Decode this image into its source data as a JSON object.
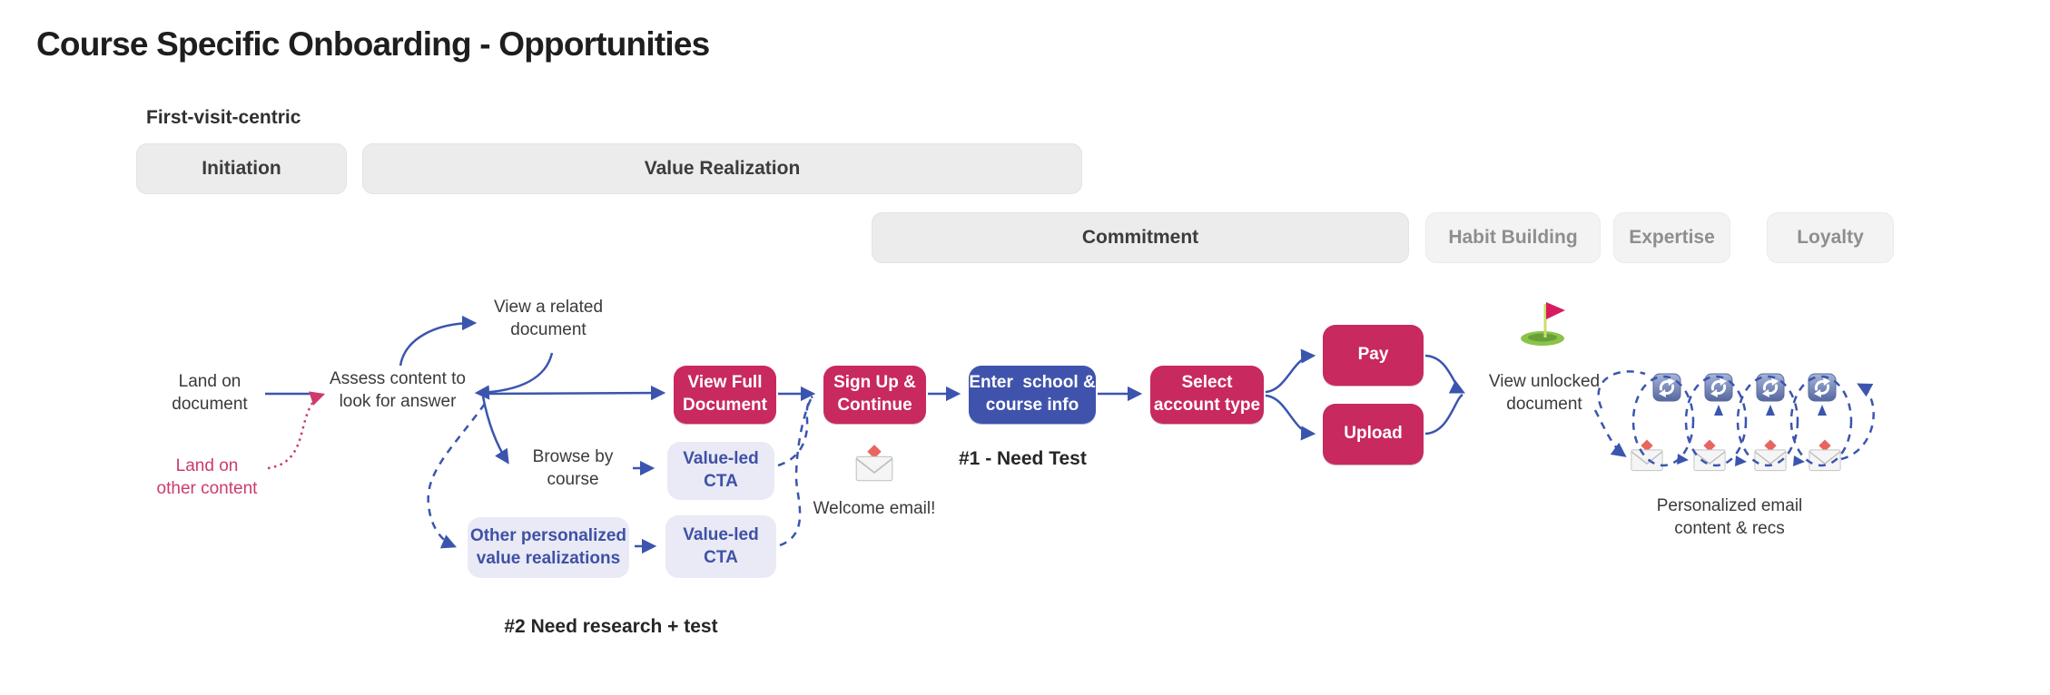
{
  "title": "Course Specific Onboarding - Opportunities",
  "phase_label": "First-visit-centric",
  "stages": [
    {
      "label": "Initiation",
      "style": "dark"
    },
    {
      "label": "Value Realization",
      "style": "dark"
    },
    {
      "label": "Commitment",
      "style": "dark"
    },
    {
      "label": "Habit Building",
      "style": "gray"
    },
    {
      "label": "Expertise",
      "style": "gray"
    },
    {
      "label": "Loyalty",
      "style": "gray"
    }
  ],
  "nodes": {
    "land_on_document": "Land on\ndocument",
    "land_on_other_content": "Land on\nother content",
    "assess_content": "Assess content to\nlook for answer",
    "view_related_document": "View a related\ndocument",
    "browse_by_course": "Browse by\ncourse",
    "view_unlocked_document": "View unlocked\ndocument",
    "personalized_email": "Personalized email\ncontent & recs",
    "welcome_email": "Welcome email!"
  },
  "buttons": {
    "view_full_document": "View Full\nDocument",
    "sign_up_continue": "Sign Up &\nContinue",
    "enter_school_course_info": "Enter  school &\ncourse info",
    "select_account_type": "Select\naccount type",
    "pay": "Pay",
    "upload": "Upload"
  },
  "cta_boxes": {
    "value_led_cta_1": "Value-led\nCTA",
    "value_led_cta_2": "Value-led\nCTA",
    "other_personalized": "Other personalized\nvalue realizations"
  },
  "annotations": {
    "need_test_1": "#1 - Need Test",
    "need_test_2": "#2 Need research + test"
  },
  "icons": {
    "goal": "flag-in-hole-icon",
    "welcome": "incoming-email-icon",
    "loop_refresh": [
      "refresh-icon",
      "refresh-icon",
      "refresh-icon",
      "refresh-icon"
    ],
    "loop_email": [
      "incoming-email-icon",
      "incoming-email-icon",
      "incoming-email-icon",
      "incoming-email-icon"
    ]
  },
  "colors": {
    "accent_pink": "#c8295e",
    "accent_blue": "#4053ac",
    "arrow_blue": "#3b55ae",
    "arrow_pink": "#ce3a6d",
    "cta_bg": "#e9eaf5",
    "cta_text": "#3f51a5",
    "pill_bg": "#ececec",
    "pill_bg_light": "#f3f3f3",
    "pill_text_dark": "#3c3c3c",
    "pill_text_gray": "#8e8e8e"
  }
}
